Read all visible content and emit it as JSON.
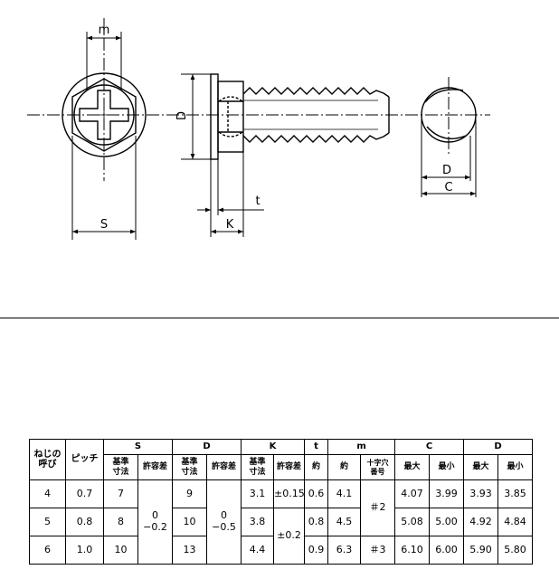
{
  "drawing": {
    "labels": {
      "m": "m",
      "s": "S",
      "d_side": "D",
      "k": "K",
      "t": "t",
      "d_end": "D",
      "c_end": "C"
    }
  },
  "table": {
    "header1": {
      "size": "ねじの\n呼び",
      "pitch": "ピッチ",
      "S": "S",
      "D": "D",
      "K": "K",
      "t": "t",
      "m": "m",
      "C": "C",
      "D2": "D"
    },
    "header2": {
      "s_basic": "基準\n寸法",
      "s_tol": "許容差",
      "d_basic": "基準\n寸法",
      "d_tol": "許容差",
      "k_basic": "基準\n寸法",
      "k_tol": "許容差",
      "t_approx": "約",
      "m_approx": "約",
      "m_cross": "十字穴\n番号",
      "c_max": "最大",
      "c_min": "最小",
      "d2_max": "最大",
      "d2_min": "最小"
    },
    "s_tol_merged": "0\n−0.2",
    "d_tol_merged": "0\n−0.5",
    "k_tol_merged_56": "±0.2",
    "cross_merged_45": "＃2",
    "rows": [
      {
        "size": "4",
        "pitch": "0.7",
        "s": "7",
        "d": "9",
        "k": "3.1",
        "k_tol": "±0.15",
        "t": "0.6",
        "m": "4.1",
        "c_max": "4.07",
        "c_min": "3.99",
        "d2_max": "3.93",
        "d2_min": "3.85"
      },
      {
        "size": "5",
        "pitch": "0.8",
        "s": "8",
        "d": "10",
        "k": "3.8",
        "t": "0.8",
        "m": "4.5",
        "c_max": "5.08",
        "c_min": "5.00",
        "d2_max": "4.92",
        "d2_min": "4.84"
      },
      {
        "size": "6",
        "pitch": "1.0",
        "s": "10",
        "d": "13",
        "k": "4.4",
        "t": "0.9",
        "m": "6.3",
        "cross": "＃3",
        "c_max": "6.10",
        "c_min": "6.00",
        "d2_max": "5.90",
        "d2_min": "5.80"
      }
    ]
  }
}
